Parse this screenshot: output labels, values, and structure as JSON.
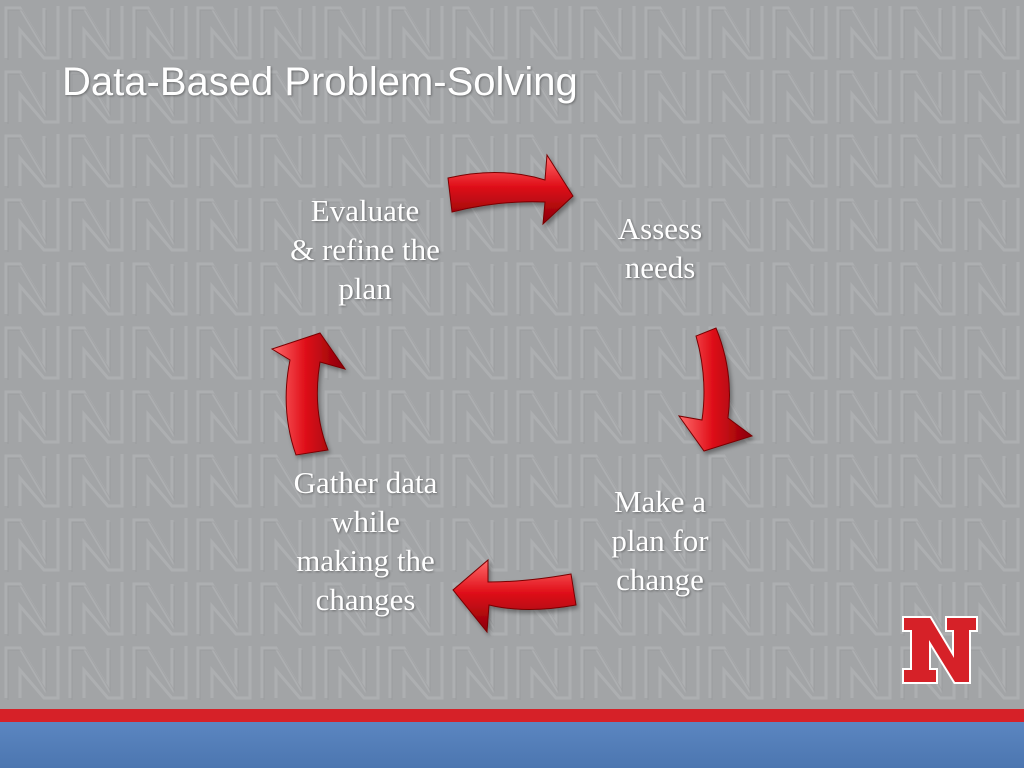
{
  "slide": {
    "title": "Data-Based Problem-Solving",
    "accent_color": "#d62128",
    "footer_color": "#4f7ab4",
    "arrow_color": "#d7121b"
  },
  "cycle": {
    "steps": [
      {
        "lines": [
          "Evaluate",
          "& refine the",
          "plan"
        ]
      },
      {
        "lines": [
          "Assess",
          "needs"
        ]
      },
      {
        "lines": [
          "Make a",
          "plan for",
          "change"
        ]
      },
      {
        "lines": [
          "Gather data",
          "while",
          "making the",
          "changes"
        ]
      }
    ],
    "arrow_icons": [
      "curved-arrow-right-icon",
      "curved-arrow-down-icon",
      "curved-arrow-left-icon",
      "curved-arrow-up-icon"
    ]
  },
  "logo": {
    "letter": "N",
    "icon": "nebraska-n-logo"
  }
}
